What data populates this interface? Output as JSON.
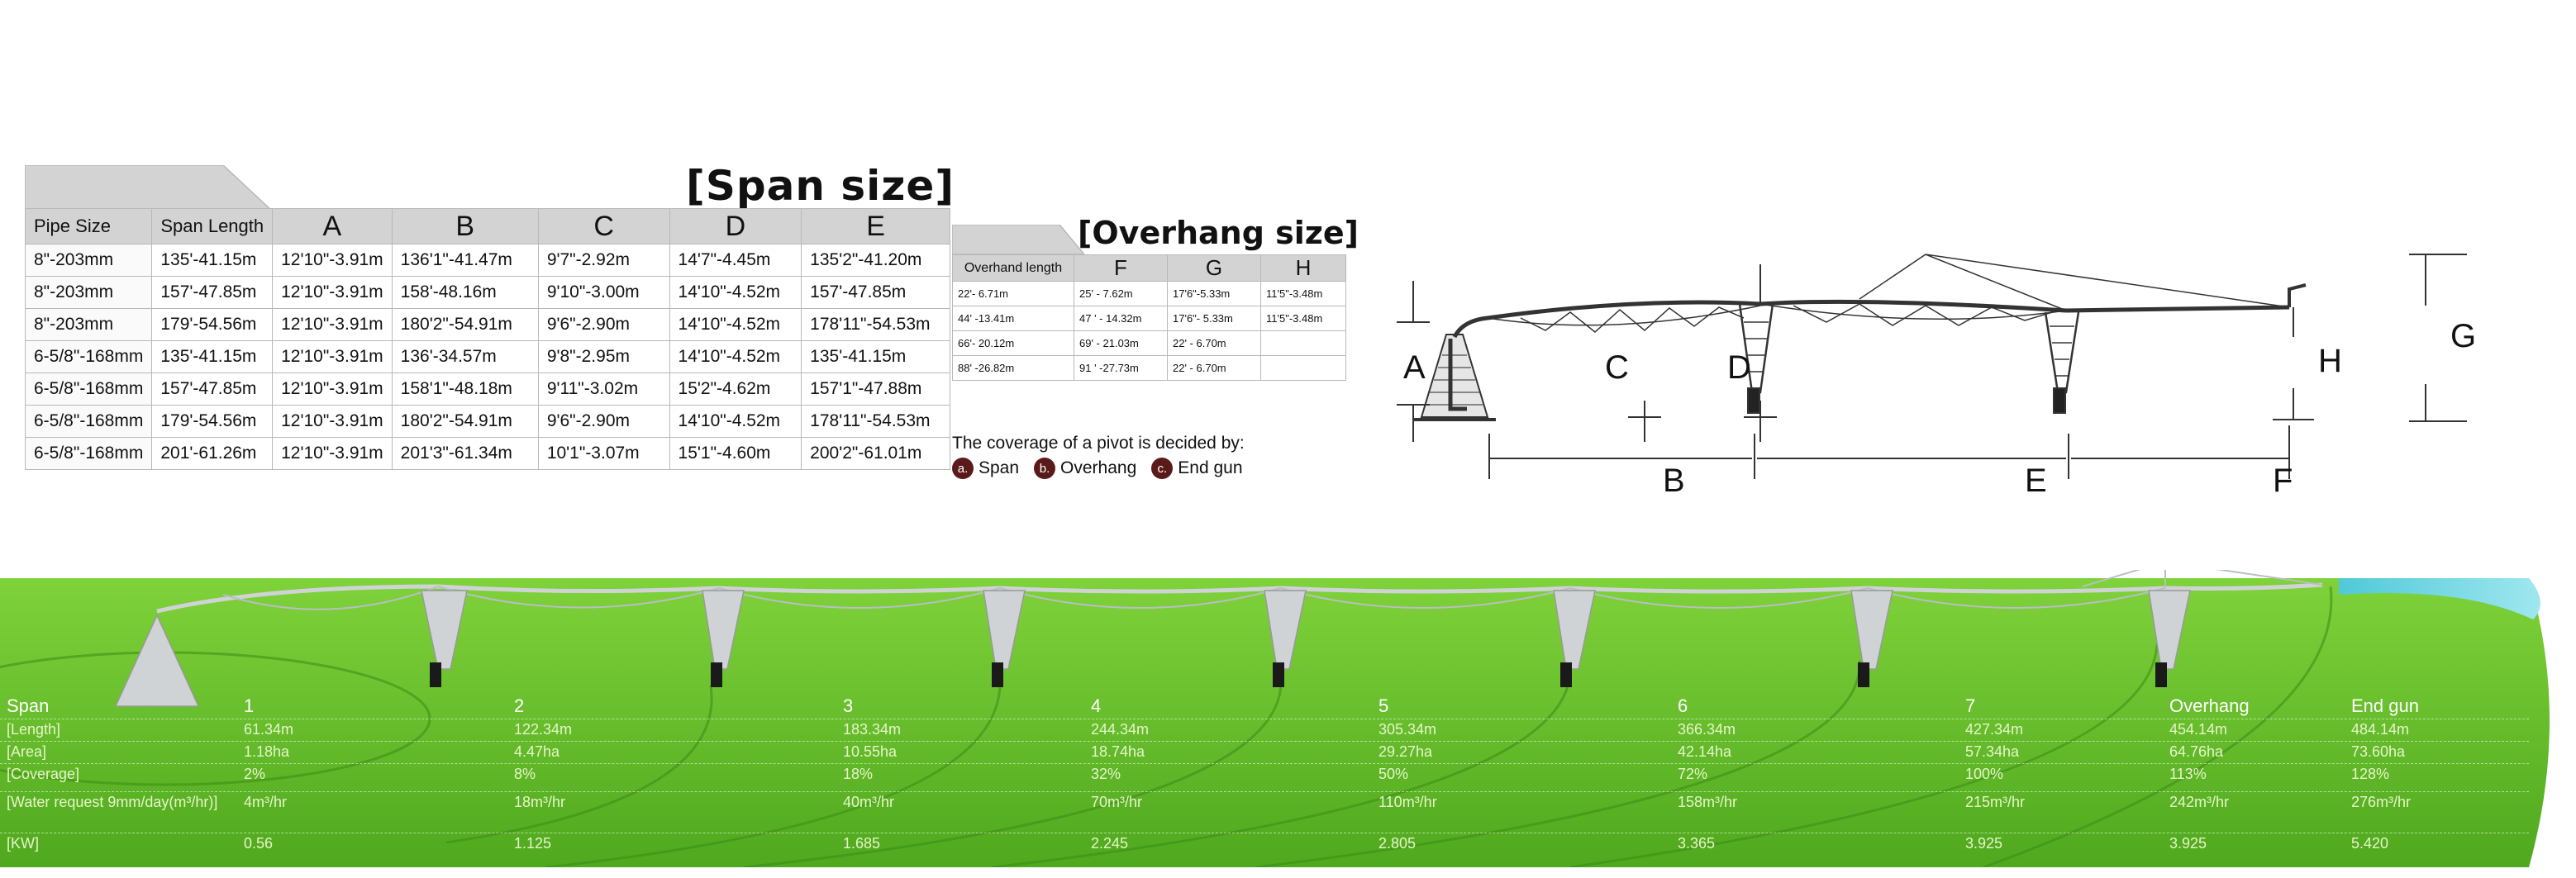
{
  "span_size": {
    "title": "[Span size]",
    "headers": [
      "Pipe Size",
      "Span Length",
      "A",
      "B",
      "C",
      "D",
      "E"
    ],
    "rows": [
      [
        "8\"-203mm",
        "135'-41.15m",
        "12'10\"-3.91m",
        "136'1\"-41.47m",
        "9'7\"-2.92m",
        "14'7\"-4.45m",
        "135'2\"-41.20m"
      ],
      [
        "8\"-203mm",
        "157'-47.85m",
        "12'10\"-3.91m",
        "158'-48.16m",
        "9'10\"-3.00m",
        "14'10\"-4.52m",
        "157'-47.85m"
      ],
      [
        "8\"-203mm",
        "179'-54.56m",
        "12'10\"-3.91m",
        "180'2\"-54.91m",
        "9'6\"-2.90m",
        "14'10\"-4.52m",
        "178'11\"-54.53m"
      ],
      [
        "6-5/8\"-168mm",
        "135'-41.15m",
        "12'10\"-3.91m",
        "136'-34.57m",
        "9'8\"-2.95m",
        "14'10\"-4.52m",
        "135'-41.15m"
      ],
      [
        "6-5/8\"-168mm",
        "157'-47.85m",
        "12'10\"-3.91m",
        "158'1\"-48.18m",
        "9'11\"-3.02m",
        "15'2\"-4.62m",
        "157'1\"-47.88m"
      ],
      [
        "6-5/8\"-168mm",
        "179'-54.56m",
        "12'10\"-3.91m",
        "180'2\"-54.91m",
        "9'6\"-2.90m",
        "14'10\"-4.52m",
        "178'11\"-54.53m"
      ],
      [
        "6-5/8\"-168mm",
        "201'-61.26m",
        "12'10\"-3.91m",
        "201'3\"-61.34m",
        "10'1\"-3.07m",
        "15'1\"-4.60m",
        "200'2\"-61.01m"
      ]
    ]
  },
  "overhang_size": {
    "title": "[Overhang size]",
    "headers": [
      "Overhand length",
      "F",
      "G",
      "H"
    ],
    "rows": [
      [
        "22'- 6.71m",
        "25' - 7.62m",
        "17'6\"-5.33m",
        "11'5\"-3.48m"
      ],
      [
        "44' -13.41m",
        "47 ' - 14.32m",
        "17'6\"- 5.33m",
        "11'5\"-3.48m"
      ],
      [
        "66'- 20.12m",
        "69' - 21.03m",
        "22' - 6.70m",
        ""
      ],
      [
        "88' -26.82m",
        "91 ' -27.73m",
        "22' - 6.70m",
        ""
      ]
    ]
  },
  "coverage": {
    "note": "The coverage of a pivot is decided by:",
    "items": [
      {
        "badge": "a.",
        "label": "Span"
      },
      {
        "badge": "b.",
        "label": "Overhang"
      },
      {
        "badge": "c.",
        "label": "End gun"
      }
    ]
  },
  "diagram": {
    "letters": [
      "A",
      "B",
      "C",
      "D",
      "E",
      "F",
      "G",
      "H"
    ]
  },
  "field_table": {
    "row_labels": [
      "Span",
      "[Length]",
      "[Area]",
      "[Coverage]",
      "[Water request 9mm/day(m³/hr)]",
      "[KW]"
    ],
    "columns": [
      {
        "span": "1",
        "length": "61.34m",
        "area": "1.18ha",
        "coverage": "2%",
        "water": "4m³/hr",
        "kw": "0.56"
      },
      {
        "span": "2",
        "length": "122.34m",
        "area": "4.47ha",
        "coverage": "8%",
        "water": "18m³/hr",
        "kw": "1.125"
      },
      {
        "span": "3",
        "length": "183.34m",
        "area": "10.55ha",
        "coverage": "18%",
        "water": "40m³/hr",
        "kw": "1.685"
      },
      {
        "span": "4",
        "length": "244.34m",
        "area": "18.74ha",
        "coverage": "32%",
        "water": "70m³/hr",
        "kw": "2.245"
      },
      {
        "span": "5",
        "length": "305.34m",
        "area": "29.27ha",
        "coverage": "50%",
        "water": "110m³/hr",
        "kw": "2.805"
      },
      {
        "span": "6",
        "length": "366.34m",
        "area": "42.14ha",
        "coverage": "72%",
        "water": "158m³/hr",
        "kw": "3.365"
      },
      {
        "span": "7",
        "length": "427.34m",
        "area": "57.34ha",
        "coverage": "100%",
        "water": "215m³/hr",
        "kw": "3.925"
      },
      {
        "span": "Overhang",
        "length": "454.14m",
        "area": "64.76ha",
        "coverage": "113%",
        "water": "242m³/hr",
        "kw": "3.925"
      },
      {
        "span": "End gun",
        "length": "484.14m",
        "area": "73.60ha",
        "coverage": "128%",
        "water": "276m³/hr",
        "kw": "5.420"
      }
    ]
  },
  "colors": {
    "header_gray": "#d3d3d3",
    "badge": "#5b1a1a",
    "grass": "#6cc22a"
  }
}
